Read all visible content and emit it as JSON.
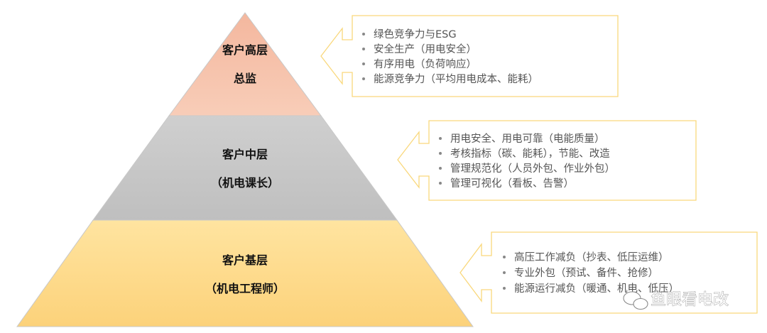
{
  "tiers": [
    {
      "id": "top",
      "title_line1": "客户高层",
      "title_line2": "总监",
      "fill_top": "#f4b79e",
      "fill_bottom": "#f8cdb8",
      "callout_color": "#f9d87c",
      "bullets": [
        "绿色竞争力与ESG",
        "安全生产（用电安全）",
        "有序用电（负荷响应）",
        "能源竞争力（平均用电成本、能耗）"
      ]
    },
    {
      "id": "middle",
      "title_line1": "客户中层",
      "title_line2": "（机电课长）",
      "fill_top": "#cfcfcf",
      "fill_bottom": "#bfbfbf",
      "callout_color": "#f9d87c",
      "bullets": [
        "用电安全、用电可靠（电能质量）",
        "考核指标（碳、能耗），节能、改造",
        "管理规范化（人员外包、作业外包）",
        "管理可视化（看板、告警）"
      ]
    },
    {
      "id": "base",
      "title_line1": "客户基层",
      "title_line2": "（机电工程师）",
      "fill_top": "#ffe4a0",
      "fill_bottom": "#fcd27a",
      "callout_color": "#f9d87c",
      "bullets": [
        "高压工作减负（抄表、低压运维）",
        "专业外包（预试、备件、抢修）",
        "能源运行减负（暖通、机电、低压）"
      ]
    }
  ],
  "watermark": {
    "text": "鱼眼看电改",
    "icon": "wechat-icon"
  },
  "colors": {
    "outline": "#c8c8c8",
    "callout_border": "#f9d87c"
  }
}
